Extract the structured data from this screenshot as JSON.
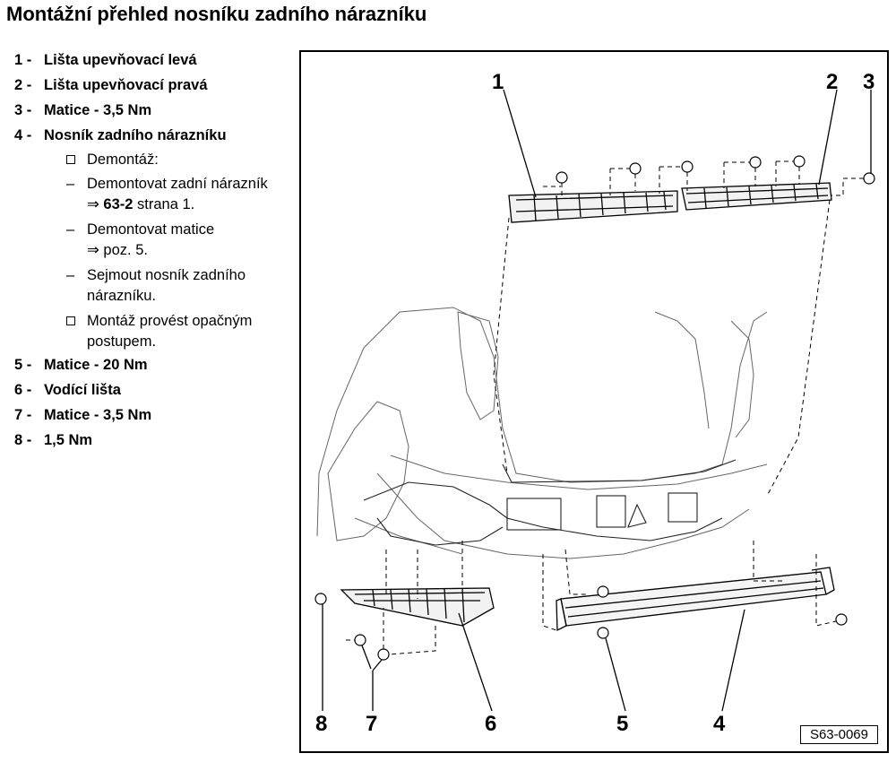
{
  "title": "Montážní přehled nosníku zadního nárazníku",
  "legend": [
    {
      "num": "1 -",
      "label": "Lišta upevňovací levá"
    },
    {
      "num": "2 -",
      "label": "Lišta upevňovací pravá"
    },
    {
      "num": "3 -",
      "label": "Matice - 3,5 Nm"
    },
    {
      "num": "4 -",
      "label": "Nosník zadního nárazníku"
    },
    {
      "num": "5 -",
      "label": "Matice - 20 Nm"
    },
    {
      "num": "6 -",
      "label": "Vodící lišta"
    },
    {
      "num": "7 -",
      "label": "Matice - 3,5 Nm"
    },
    {
      "num": "8 -",
      "label": "1,5 Nm"
    }
  ],
  "substeps": {
    "s1": {
      "marker": "checkbox",
      "text": "Demontáž:"
    },
    "s2": {
      "marker": "–",
      "line1": "Demontovat zadní nárazník",
      "arrow": "⇒",
      "ref": "63-2",
      "ref_suffix": "strana 1."
    },
    "s3": {
      "marker": "–",
      "line1": "Demontovat matice",
      "arrow": "⇒",
      "ref_text": "poz. 5."
    },
    "s4": {
      "marker": "–",
      "line1": "Sejmout nosník zadního",
      "line2": "nárazníku."
    },
    "s5": {
      "marker": "checkbox",
      "line1": "Montáž provést opačným",
      "line2": "postupem."
    }
  },
  "figure": {
    "callouts": [
      "1",
      "2",
      "3",
      "4",
      "5",
      "6",
      "7",
      "8"
    ],
    "code": "S63-0069"
  }
}
